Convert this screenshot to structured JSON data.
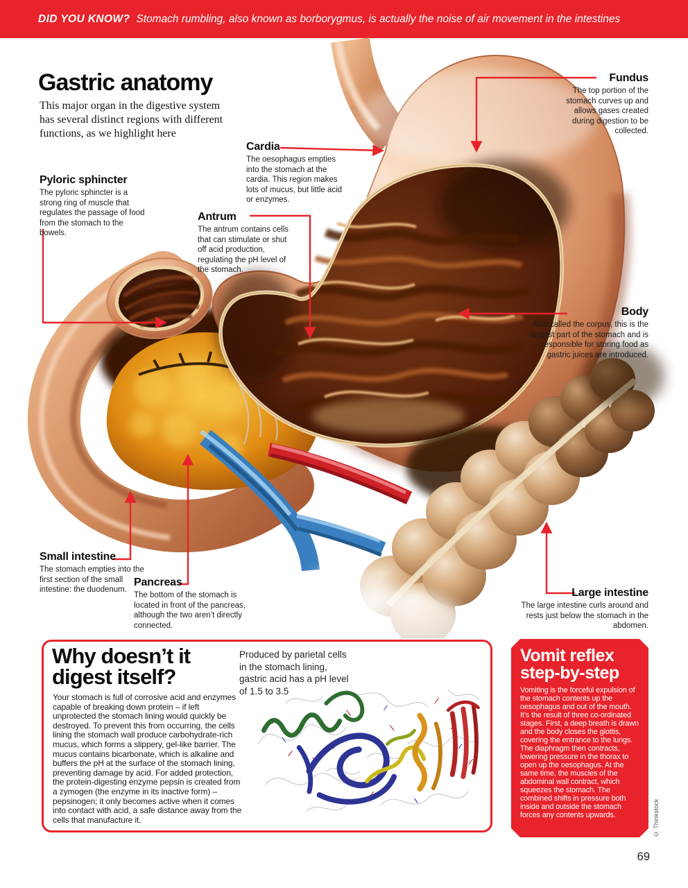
{
  "banner": {
    "label": "DID YOU KNOW?",
    "text": "Stomach rumbling, also known as borborygmus, is actually the noise of air movement in the intestines"
  },
  "header": {
    "title": "Gastric anatomy",
    "subtitle": "This major organ in the digestive system has several distinct regions with different functions, as we highlight here"
  },
  "callouts": [
    {
      "title": "Fundus",
      "body": "The top portion of the stomach curves up and allows gases created during digestion to be collected."
    },
    {
      "title": "Cardia",
      "body": "The oesophagus empties into the stomach at the cardia. This region makes lots of mucus, but little acid or enzymes."
    },
    {
      "title": "Pyloric sphincter",
      "body": "The pyloric sphincter is a strong ring of muscle that regulates the passage of food from the stomach to the bowels."
    },
    {
      "title": "Antrum",
      "body": "The antrum contains cells that can stimulate or shut off acid production, regulating the pH level of the stomach."
    },
    {
      "title": "Body",
      "body": "Also called the corpus, this is the largest part of the stomach and is responsible for storing food as gastric juices are introduced."
    },
    {
      "title": "Small intestine",
      "body": "The stomach empties into the first section of the small intestine: the duodenum."
    },
    {
      "title": "Pancreas",
      "body": "The bottom of the stomach is located in front of the pancreas, although the two aren’t directly connected."
    },
    {
      "title": "Large intestine",
      "body": "The large intestine curls around and rests just below the stomach in the abdomen."
    }
  ],
  "digest_box": {
    "title": "Why doesn’t it digest itself?",
    "body": "Your stomach is full of corrosive acid and enzymes capable of breaking down protein – if left unprotected the stomach lining would quickly be destroyed. To prevent this from occurring, the cells lining the stomach wall produce carbohydrate-rich mucus, which forms a slippery, gel-like barrier. The mucus contains bicarbonate, which is alkaline and buffers the pH at the surface of the stomach lining, preventing damage by acid. For added protection, the protein-digesting enzyme pepsin is created from a zymogen (the enzyme in its inactive form) – pepsinogen; it only becomes active when it comes into contact with acid, a safe distance away from the cells that manufacture it.",
    "caption": "Produced by parietal cells in the stomach lining, gastric acid has a pH level of 1.5 to 3.5"
  },
  "vomit_box": {
    "title": "Vomit reflex step-by-step",
    "body": "Vomiting is the forceful expulsion of the stomach contents up the oesophagus and out of the mouth. It’s the result of three co-ordinated stages. First, a deep breath is drawn and the body closes the glottis, covering the entrance to the lungs. The diaphragm then contracts, lowering pressure in the thorax to open up the oesophagus. At the same time, the muscles of the abdominal wall contract, which squeezes the stomach. The combined shifts in pressure both inside and outside the stomach forces any contents upwards."
  },
  "credit": "© Thinkstock",
  "page_number": "69",
  "colors": {
    "accent_red": "#e8232b",
    "stomach_skin": "#d99268",
    "interior_brown": "#5c2410",
    "pancreas_orange": "#e8950f",
    "vein_blue": "#3a7fc0",
    "artery_red": "#cf2128",
    "intestine_tan": "#cfa377"
  }
}
